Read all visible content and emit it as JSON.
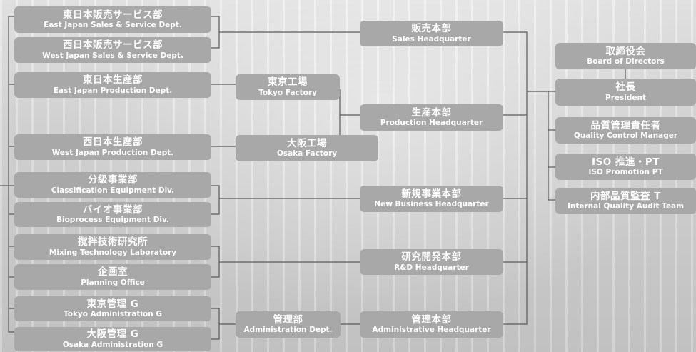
{
  "nodes": {
    "board": {
      "jp": "取締役会",
      "en": "Board of Directors"
    },
    "president": {
      "jp": "社長",
      "en": "President"
    },
    "quality_manager": {
      "jp": "品質管理責任者",
      "en": "Quality Control Manager"
    },
    "iso_pt": {
      "jp": "ISO 推進・PT",
      "en": "ISO Promotion PT"
    },
    "audit_team": {
      "jp": "内部品質監査 T",
      "en": "Internal Quality Audit Team"
    },
    "sales_hq": {
      "jp": "販売本部",
      "en": "Sales Headquarter"
    },
    "production_hq": {
      "jp": "生産本部",
      "en": "Production Headquarter"
    },
    "new_business_hq": {
      "jp": "新規事業本部",
      "en": "New Business Headquarter"
    },
    "rd_hq": {
      "jp": "研究開発本部",
      "en": "R&D Headquarter"
    },
    "admin_hq": {
      "jp": "管理本部",
      "en": "Administrative Headquarter"
    },
    "tokyo_factory": {
      "jp": "東京工場",
      "en": "Tokyo Factory"
    },
    "osaka_factory": {
      "jp": "大阪工場",
      "en": "Osaka Factory"
    },
    "admin_dept": {
      "jp": "管理部",
      "en": "Administration Dept."
    },
    "east_sales": {
      "jp": "東日本販売サービス部",
      "en": "East Japan Sales & Service Dept."
    },
    "west_sales": {
      "jp": "西日本販売サービス部",
      "en": "West Japan Sales & Service Dept."
    },
    "east_production": {
      "jp": "東日本生産部",
      "en": "East Japan Production Dept."
    },
    "west_production": {
      "jp": "西日本生産部",
      "en": "West Japan Production Dept."
    },
    "classification": {
      "jp": "分級事業部",
      "en": "Classification Equipment Div."
    },
    "bioprocess": {
      "jp": "バイオ事業部",
      "en": "Bioprocess Equipment Div."
    },
    "mixing_lab": {
      "jp": "撹拌技術研究所",
      "en": "Mixing Technology Laboratory"
    },
    "planning": {
      "jp": "企画室",
      "en": "Planning Office"
    },
    "tokyo_admin": {
      "jp": "東京管理 G",
      "en": "Tokyo Administration G"
    },
    "osaka_admin": {
      "jp": "大阪管理 G",
      "en": "Osaka Administration G"
    }
  }
}
